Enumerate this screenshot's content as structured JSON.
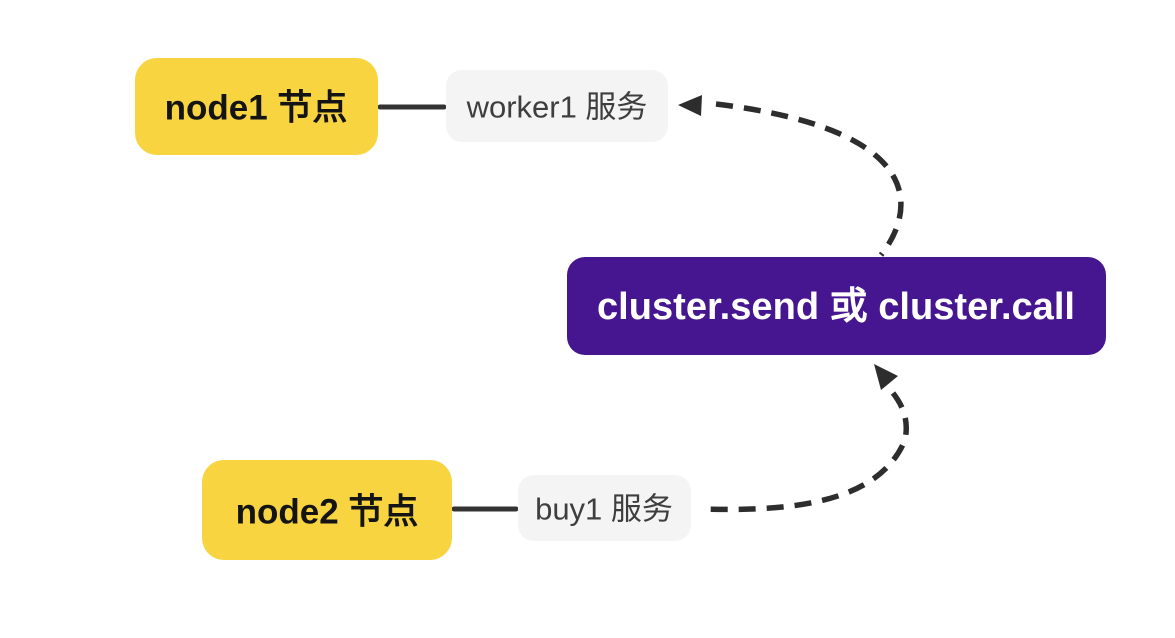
{
  "diagram": {
    "background": "#ffffff",
    "edge_color": "#2d2d2d",
    "solid_edge_color": "#333333",
    "nodes": {
      "node1": {
        "label": "node1 节点",
        "type": "node",
        "fill": "#F8D441",
        "text_color": "#141414"
      },
      "worker1": {
        "label": "worker1 服务",
        "type": "service",
        "fill": "#F4F4F4",
        "text_color": "#3E3E3E"
      },
      "node2": {
        "label": "node2 节点",
        "type": "node",
        "fill": "#F8D441",
        "text_color": "#141414"
      },
      "buy1": {
        "label": "buy1 服务",
        "type": "service",
        "fill": "#F4F4F4",
        "text_color": "#3E3E3E"
      },
      "cluster": {
        "label": "cluster.send 或 cluster.call",
        "type": "rpc-call",
        "fill": "#461690",
        "text_color": "#FFFFFF"
      }
    },
    "edges": [
      {
        "from": "node1",
        "to": "worker1",
        "style": "solid",
        "arrow": false
      },
      {
        "from": "node2",
        "to": "buy1",
        "style": "solid",
        "arrow": false
      },
      {
        "from": "buy1",
        "to": "cluster",
        "style": "dashed",
        "arrow": true
      },
      {
        "from": "cluster",
        "to": "worker1",
        "style": "dashed",
        "arrow": true
      }
    ]
  }
}
